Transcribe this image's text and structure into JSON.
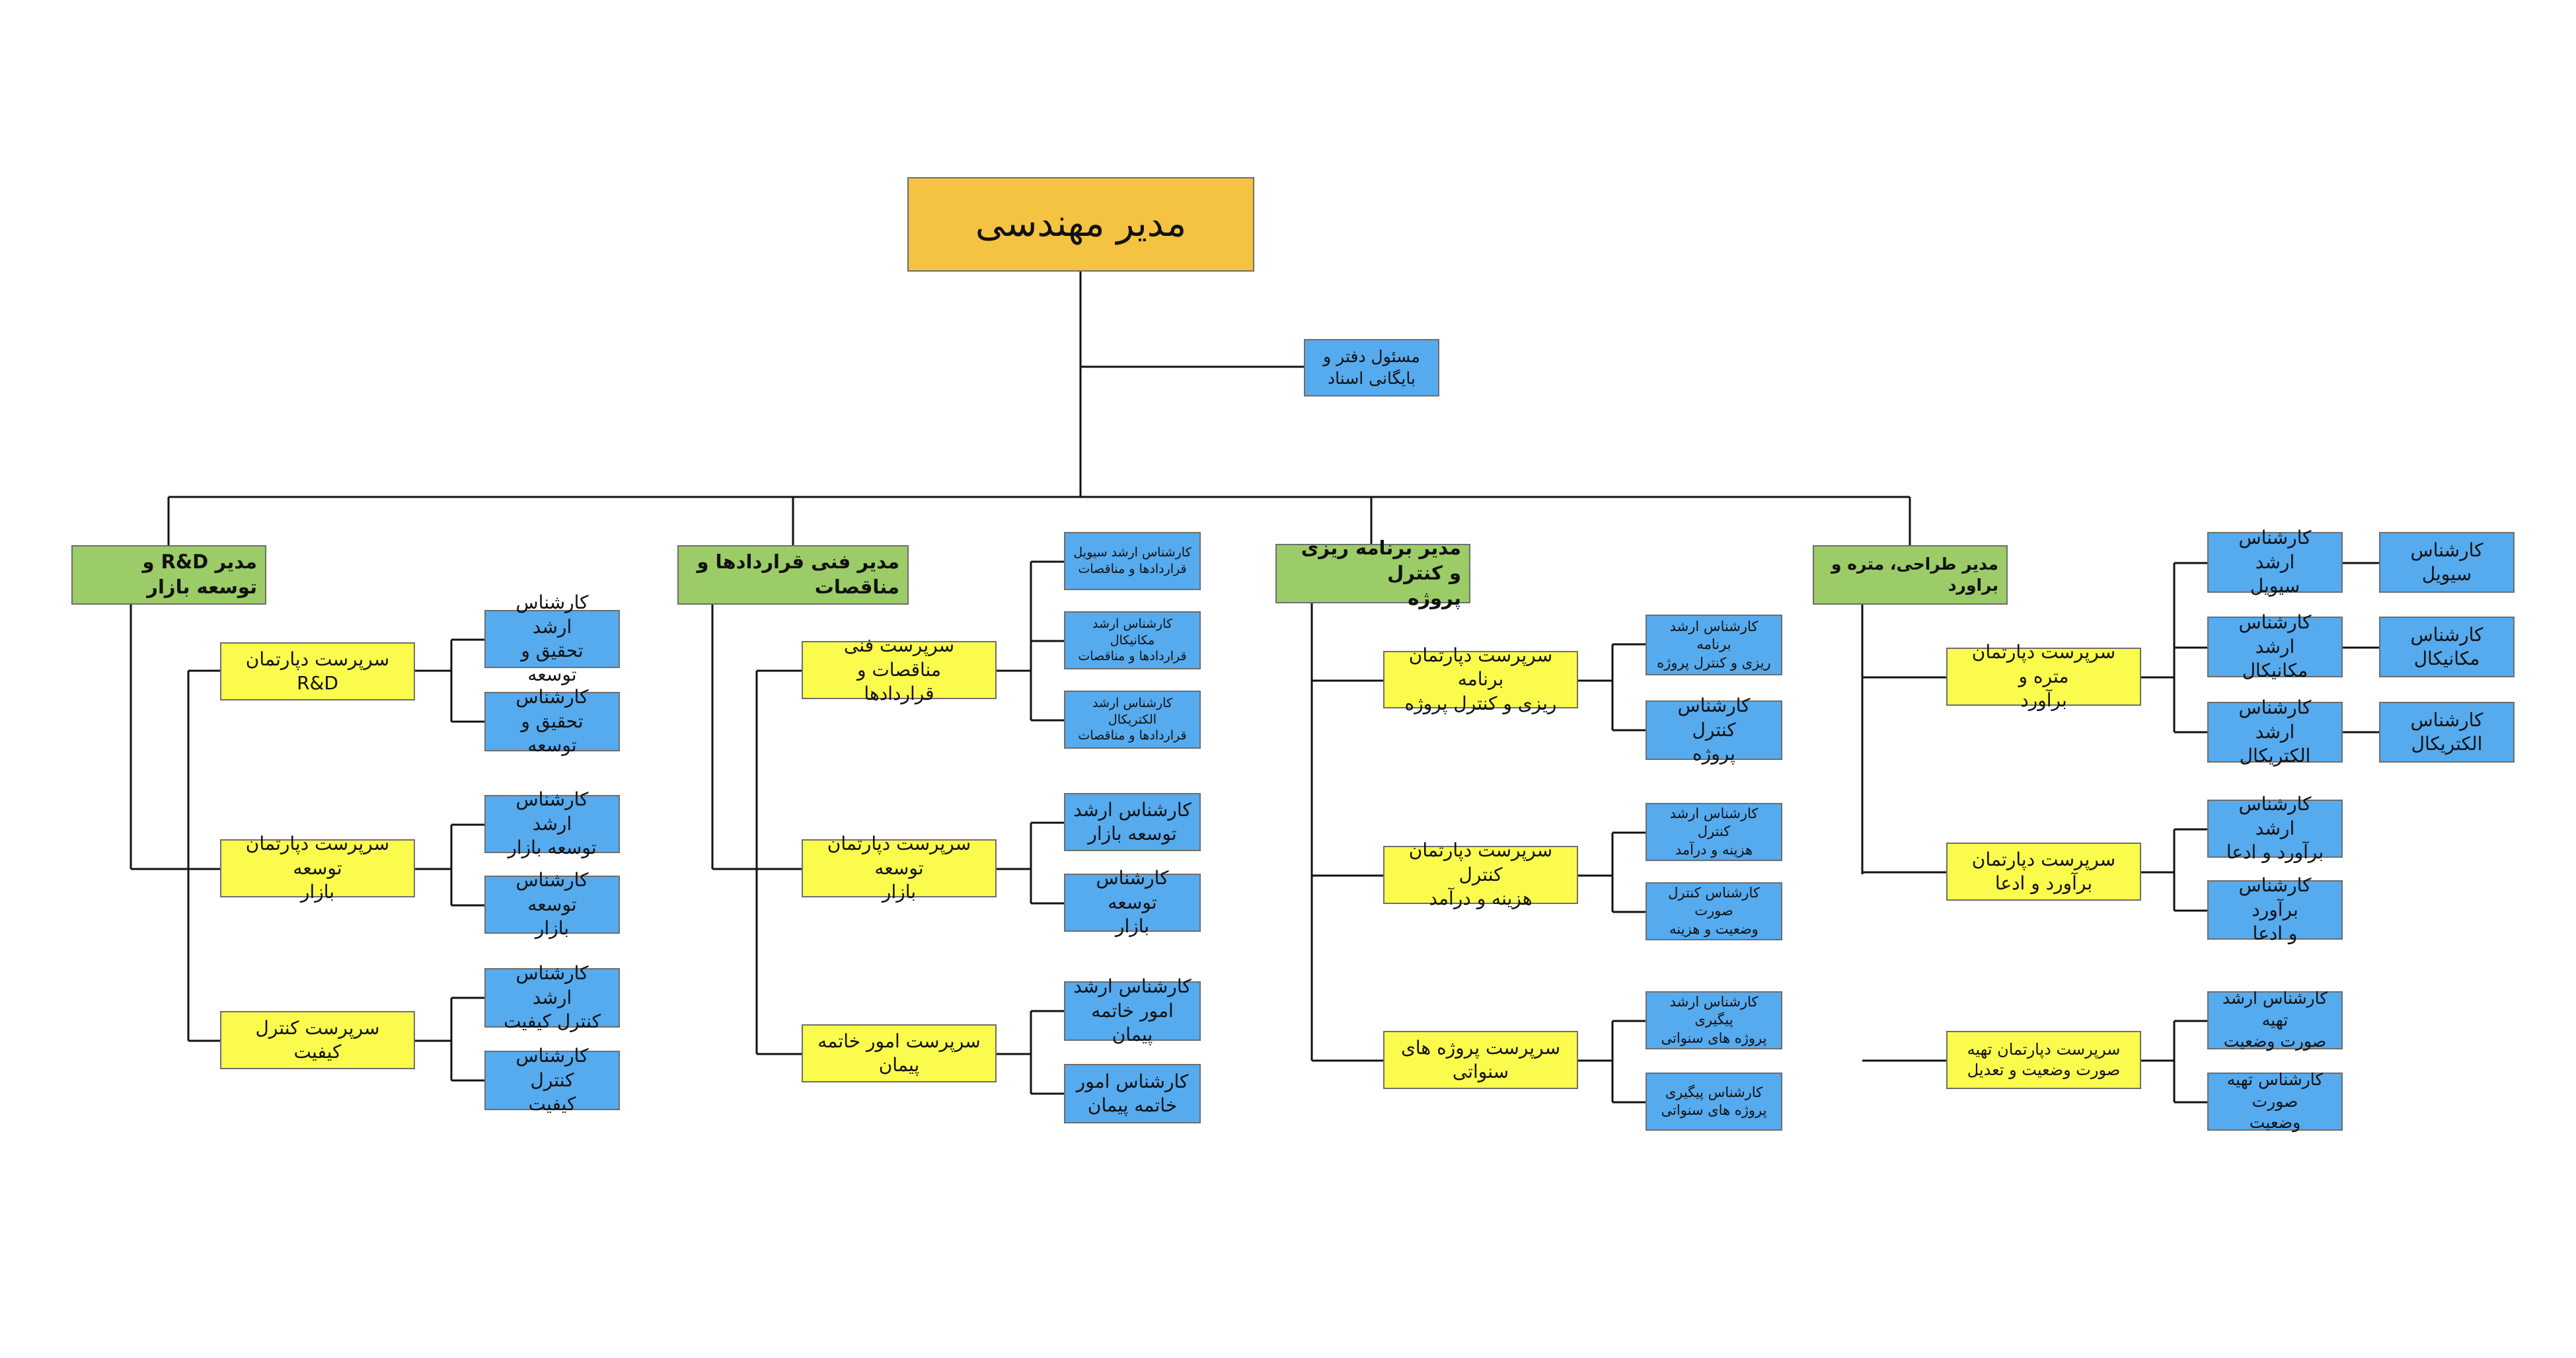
{
  "root": {
    "label": "مدیر مهندسی"
  },
  "office": {
    "label": "مسئول دفتر و\nبایگانی اسناد"
  },
  "managers": [
    {
      "label": "مدیر طراحی، متره و براورد",
      "supervisors": [
        {
          "label": "سرپرست دپارتمان متره و\nبرآورد",
          "experts": [
            "کارشناس ارشد\nسیویل",
            "کارشناس ارشد\nمکانیکال",
            "کارشناس ارشد\nالکتریکال"
          ],
          "juniors": [
            "کارشناس سیویل",
            "کارشناس مکانیکال",
            "کارشناس\nالکتریکال"
          ]
        },
        {
          "label": "سرپرست دپارتمان\nبرآورد و ادعا",
          "experts": [
            "کارشناس ارشد\nبرآورد و ادعا",
            "کارشناس برآورد\nو ادعا"
          ]
        },
        {
          "label": "سرپرست دپارتمان تهیه\nصورت وضعیت و تعدیل",
          "experts": [
            "کارشناس ارشد تهیه\nصورت وضعیت",
            "کارشناس تهیه صورت\nوضعیت"
          ]
        }
      ]
    },
    {
      "label": "مدیر برنامه ریزی و کنترل\nپروژه",
      "supervisors": [
        {
          "label": "سرپرست دپارتمان برنامه\nریزی و کنترل پروژه",
          "experts": [
            "کارشناس ارشد برنامه\nریزی و کنترل پروژه",
            "کارشناس کنترل\nپروژه"
          ]
        },
        {
          "label": "سرپرست دپارتمان کنترل\nهزینه و درآمد",
          "experts": [
            "کارشناس ارشد کنترل\nهزینه و درآمد",
            "کارشناس کنترل صورت\nوضعیت و هزینه"
          ]
        },
        {
          "label": "سرپرست پروژه های\nسنواتی",
          "experts": [
            "کارشناس ارشد پیگیری\nپروژه های سنواتی",
            "کارشناس پیگیری\nپروژه های سنواتی"
          ]
        }
      ]
    },
    {
      "label": "مدیر فنی قراردادها و\nمناقصات",
      "supervisors": [
        {
          "label": "سرپرست فنی مناقصات و\nقراردادها",
          "experts": [
            "کارشناس ارشد سیویل\nقراردادها و مناقصات",
            "کارشناس ارشد مکانیکال\nقراردادها و مناقصات",
            "کارشناس ارشد الکتریکال\nقراردادها و مناقصات"
          ]
        },
        {
          "label": "سرپرست دپارتمان توسعه\nبازار",
          "experts": [
            "کارشناس ارشد\nتوسعه بازار",
            "کارشناس توسعه\nبازار"
          ]
        },
        {
          "label": "سرپرست امور خاتمه پیمان",
          "experts": [
            "کارشناس ارشد\nامور خاتمه پیمان",
            "کارشناس امور\nخاتمه پیمان"
          ]
        }
      ]
    },
    {
      "label": "مدیر R&D و توسعه بازار",
      "supervisors": [
        {
          "label": "سرپرست دپارتمان R&D",
          "experts": [
            "کارشناس ارشد\nتحقیق و توسعه",
            "کارشناس تحقیق و\nتوسعه"
          ]
        },
        {
          "label": "سرپرست دپارتمان توسعه\nبازار",
          "experts": [
            "کارشناس ارشد\nتوسعه بازار",
            "کارشناس توسعه\nبازار"
          ]
        },
        {
          "label": "سرپرست کنترل کیفیت",
          "experts": [
            "کارشناس ارشد\nکنترل کیفیت",
            "کارشناس کنترل\nکیفیت"
          ]
        }
      ]
    }
  ]
}
